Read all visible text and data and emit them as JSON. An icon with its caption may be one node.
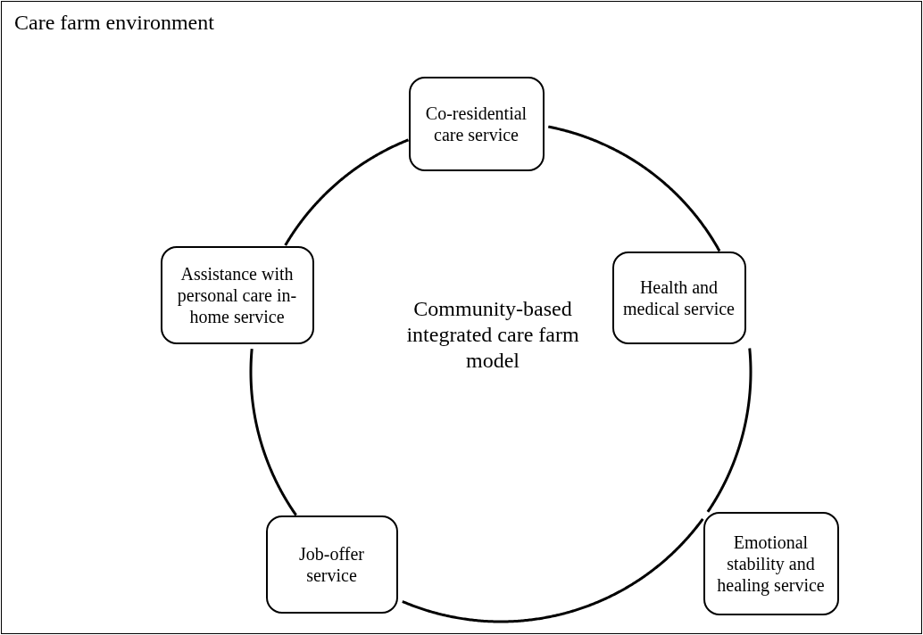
{
  "diagram": {
    "nodes": [
      {
        "text": [
          "Care farm environment"
        ]
      },
      {
        "text": [
          "Co-residential care service"
        ],
        "in": 0
      },
      {
        "text": [
          "Assistance with personal care in-home service"
        ],
        "in": 0
      },
      {
        "text": [
          "Health and medical service"
        ],
        "in": 0
      },
      {
        "text": [
          "Job-offer service"
        ],
        "in": 0
      },
      {
        "text": [
          "Emotional stability and healing service"
        ],
        "in": 0
      }
    ],
    "edges": [
      {
        "from": 1,
        "to": 3,
        "arrow": "none"
      },
      {
        "from": 3,
        "to": 5,
        "arrow": "none"
      },
      {
        "from": 5,
        "to": 4,
        "arrow": "none"
      },
      {
        "from": 4,
        "to": 2,
        "arrow": "none"
      },
      {
        "from": 2,
        "to": 1,
        "arrow": "none"
      }
    ],
    "labels": [
      "Community-based integrated care farm model"
    ]
  }
}
